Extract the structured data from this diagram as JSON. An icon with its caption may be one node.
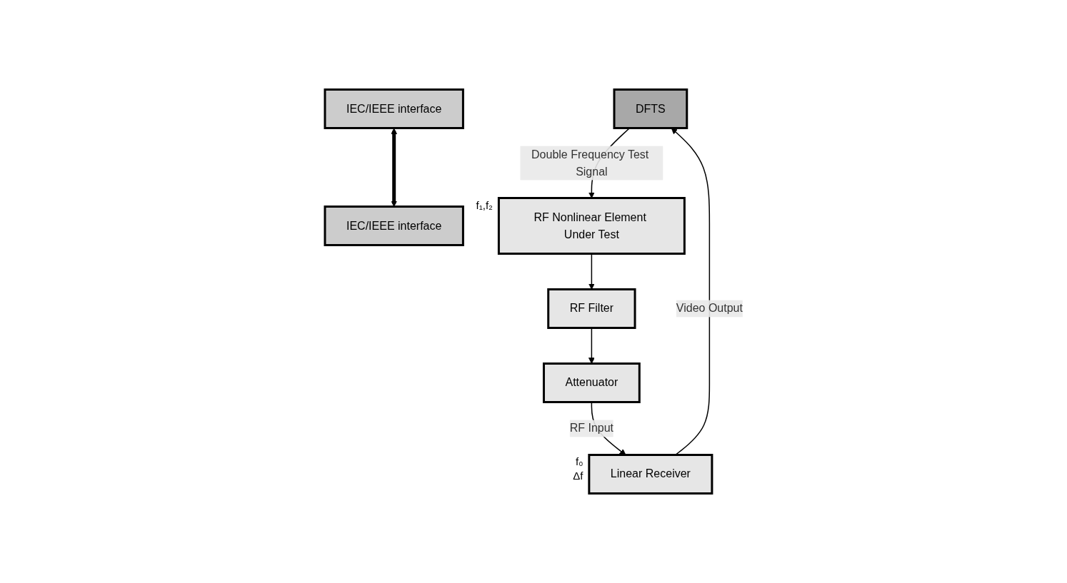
{
  "diagram": {
    "nodes": [
      {
        "text": [
          "DFTS"
        ]
      },
      {
        "text": [
          "IEC/IEEE interface"
        ]
      },
      {
        "text": [
          "Linear Receiver"
        ],
        "beside": [
          "f₀",
          "Δf"
        ]
      },
      {
        "text": [
          "IEC/IEEE interface"
        ]
      },
      {
        "text": [
          "RF Nonlinear Element Under Test"
        ],
        "beside": [
          "f₁,f₂"
        ]
      },
      {
        "text": [
          "RF Filter"
        ]
      },
      {
        "text": [
          "Attenuator"
        ]
      }
    ],
    "edges": [
      {
        "from": 0,
        "to": 4,
        "arrow": "to",
        "label": "Double Frequency Test Signal"
      },
      {
        "from": 4,
        "to": 5,
        "arrow": "to"
      },
      {
        "from": 5,
        "to": 6,
        "arrow": "to"
      },
      {
        "from": 6,
        "to": 2,
        "arrow": "to",
        "label": "RF Input"
      },
      {
        "from": 2,
        "to": 0,
        "arrow": "to",
        "label": "Video Output"
      },
      {
        "from": 1,
        "to": 3,
        "arrow": "both",
        "style": "thick"
      }
    ]
  }
}
